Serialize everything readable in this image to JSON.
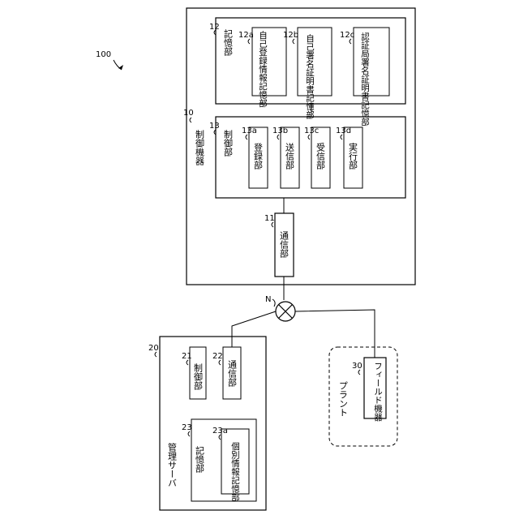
{
  "figure": {
    "system_ref": "100",
    "network_ref": "N"
  },
  "control_device": {
    "ref": "10",
    "label": "制御機器",
    "storage": {
      "ref": "12",
      "label": "記憶部",
      "units": [
        {
          "ref": "12a",
          "label": "自己登録情報記憶部"
        },
        {
          "ref": "12b",
          "label": "自己署名証明書記憶部"
        },
        {
          "ref": "12c",
          "label": "認証局署名証明書記憶部"
        }
      ]
    },
    "controller": {
      "ref": "13",
      "label": "制御部",
      "units": [
        {
          "ref": "13a",
          "label": "登録部"
        },
        {
          "ref": "13b",
          "label": "送信部"
        },
        {
          "ref": "13c",
          "label": "受信部"
        },
        {
          "ref": "13d",
          "label": "実行部"
        }
      ]
    },
    "comm": {
      "ref": "11",
      "label": "通信部"
    }
  },
  "management_server": {
    "ref": "20",
    "label": "管理サーバ",
    "controller": {
      "ref": "21",
      "label": "制御部"
    },
    "comm": {
      "ref": "22",
      "label": "通信部"
    },
    "storage": {
      "ref": "23",
      "label": "記憶部",
      "unit": {
        "ref": "23a",
        "label": "個別情報記憶部"
      }
    }
  },
  "plant": {
    "label": "プラント",
    "field_device": {
      "ref": "30",
      "label": "フィールド機器"
    }
  }
}
